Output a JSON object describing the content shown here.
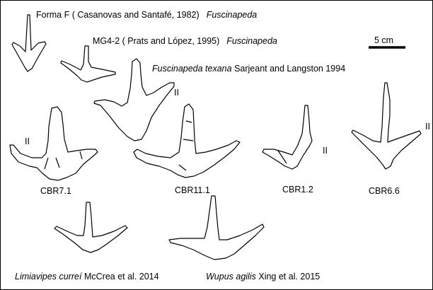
{
  "labels": {
    "forma": {
      "main": "Forma F  ( Casanovas and Santafé, 1982)",
      "taxon": "Fuscinapeda"
    },
    "mg": {
      "main": "MG4-2  ( Prats and López, 1995)",
      "taxon": "Fuscinapeda"
    },
    "texana": {
      "taxon": "Fuscinapeda texana",
      "authors": "Sarjeant and Langston 1994"
    },
    "scale": "5 cm",
    "digit_marks": [
      "II",
      "II",
      "II",
      "II"
    ],
    "specimens": [
      "CBR7.1",
      "CBR11.1",
      "CBR1.2",
      "CBR6.6"
    ],
    "limiavipes": {
      "taxon": "Limiavipes curreí",
      "authors": "McCrea et al. 2014"
    },
    "wupus": {
      "taxon": "Wupus agilis",
      "authors": "Xing et al. 2015"
    }
  }
}
